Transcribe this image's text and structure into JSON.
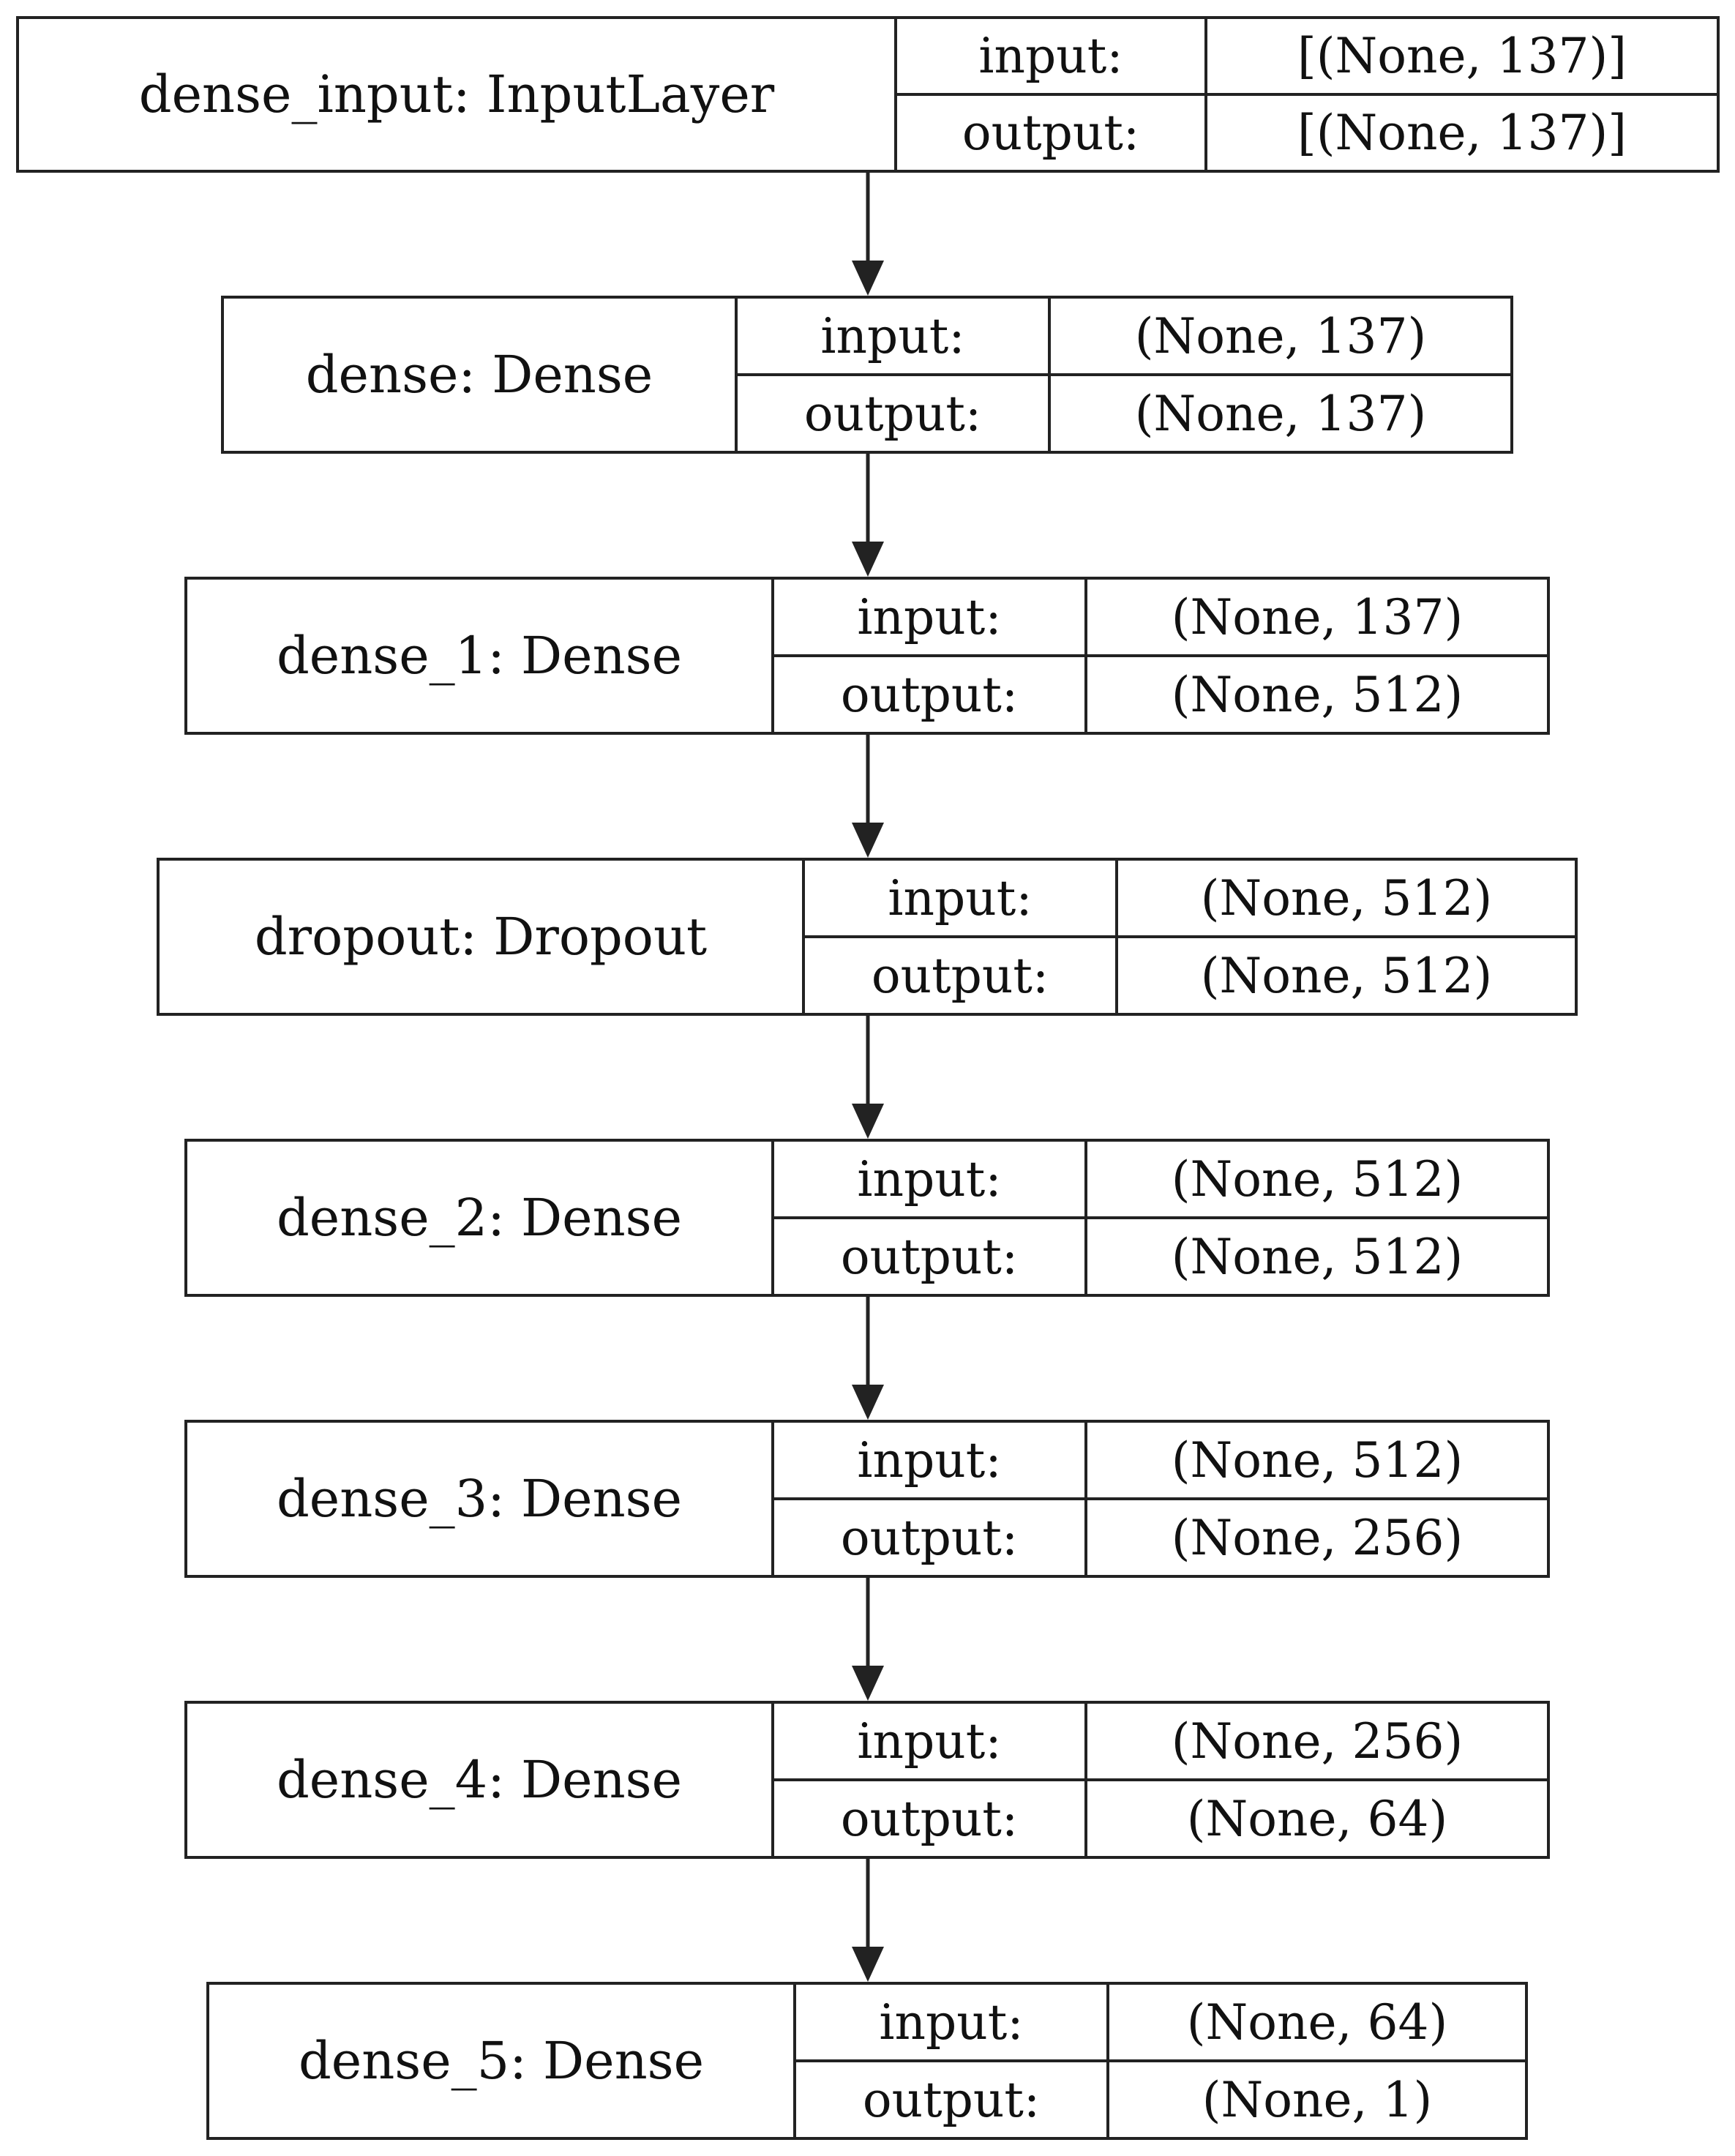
{
  "layers": [
    {
      "name": "dense_input: InputLayer",
      "input_label": "input:",
      "input_shape": "[(None, 137)]",
      "output_label": "output:",
      "output_shape": "[(None, 137)]"
    },
    {
      "name": "dense: Dense",
      "input_label": "input:",
      "input_shape": "(None, 137)",
      "output_label": "output:",
      "output_shape": "(None, 137)"
    },
    {
      "name": "dense_1: Dense",
      "input_label": "input:",
      "input_shape": "(None, 137)",
      "output_label": "output:",
      "output_shape": "(None, 512)"
    },
    {
      "name": "dropout: Dropout",
      "input_label": "input:",
      "input_shape": "(None, 512)",
      "output_label": "output:",
      "output_shape": "(None, 512)"
    },
    {
      "name": "dense_2: Dense",
      "input_label": "input:",
      "input_shape": "(None, 512)",
      "output_label": "output:",
      "output_shape": "(None, 512)"
    },
    {
      "name": "dense_3: Dense",
      "input_label": "input:",
      "input_shape": "(None, 512)",
      "output_label": "output:",
      "output_shape": "(None, 256)"
    },
    {
      "name": "dense_4: Dense",
      "input_label": "input:",
      "input_shape": "(None, 256)",
      "output_label": "output:",
      "output_shape": "(None, 64)"
    },
    {
      "name": "dense_5: Dense",
      "input_label": "input:",
      "input_shape": "(None, 64)",
      "output_label": "output:",
      "output_shape": "(None, 1)"
    }
  ],
  "colors": {
    "line": "#222222",
    "background": "#ffffff",
    "text": "#111111"
  }
}
